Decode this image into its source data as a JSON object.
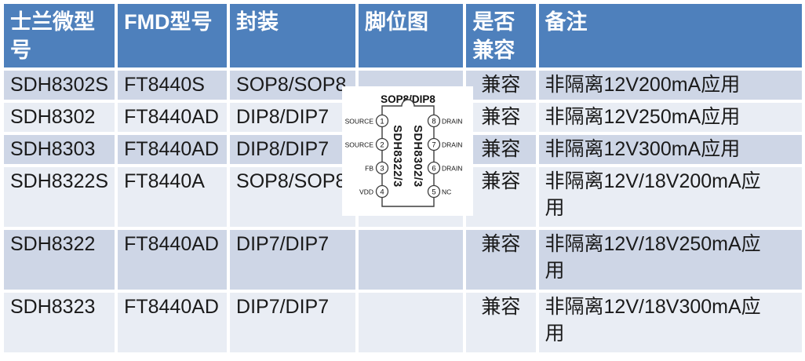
{
  "table": {
    "headers": [
      "士兰微型号",
      "FMD型号",
      "封装",
      "脚位图",
      "是否兼容",
      "备注"
    ],
    "rows": [
      {
        "silan": "SDH8302S",
        "fmd": "FT8440S",
        "package": "SOP8/SOP8",
        "compatible": "兼容",
        "remark": "非隔离12V200mA应用"
      },
      {
        "silan": "SDH8302",
        "fmd": "FT8440AD",
        "package": "DIP8/DIP7",
        "compatible": "兼容",
        "remark": "非隔离12V250mA应用"
      },
      {
        "silan": "SDH8303",
        "fmd": "FT8440AD",
        "package": "DIP8/DIP7",
        "compatible": "兼容",
        "remark": "非隔离12V300mA应用"
      },
      {
        "silan": "SDH8322S",
        "fmd": "FT8440A",
        "package": "SOP8/SOP8",
        "compatible": "兼容",
        "remark": "非隔离12V/18V200mA应\n用"
      },
      {
        "silan": "SDH8322",
        "fmd": "FT8440AD",
        "package": "DIP7/DIP7",
        "compatible": "兼容",
        "remark": "非隔离12V/18V250mA应\n用"
      },
      {
        "silan": "SDH8323",
        "fmd": "FT8440AD",
        "package": "DIP7/DIP7",
        "compatible": "兼容",
        "remark": "非隔离12V/18V300mA应\n用"
      }
    ]
  },
  "pin_diagram": {
    "title": "SOP8/DIP8",
    "left_pins": [
      {
        "label": "SOURCE",
        "num": "1"
      },
      {
        "label": "SOURCE",
        "num": "2"
      },
      {
        "label": "FB",
        "num": "3"
      },
      {
        "label": "VDD",
        "num": "4"
      }
    ],
    "right_pins": [
      {
        "label": "DRAIN",
        "num": "8"
      },
      {
        "label": "DRAIN",
        "num": "7"
      },
      {
        "label": "DRAIN",
        "num": "6"
      },
      {
        "label": "NC",
        "num": "5"
      }
    ],
    "center_labels": [
      "SDH8302/3",
      "SDH8322/3"
    ]
  },
  "colors": {
    "header_bg": "#4E80BC",
    "band_dark": "#CED6E6",
    "band_light": "#E9EDF4",
    "header_text": "#FFFFFF",
    "body_text": "#1A1A1A"
  }
}
